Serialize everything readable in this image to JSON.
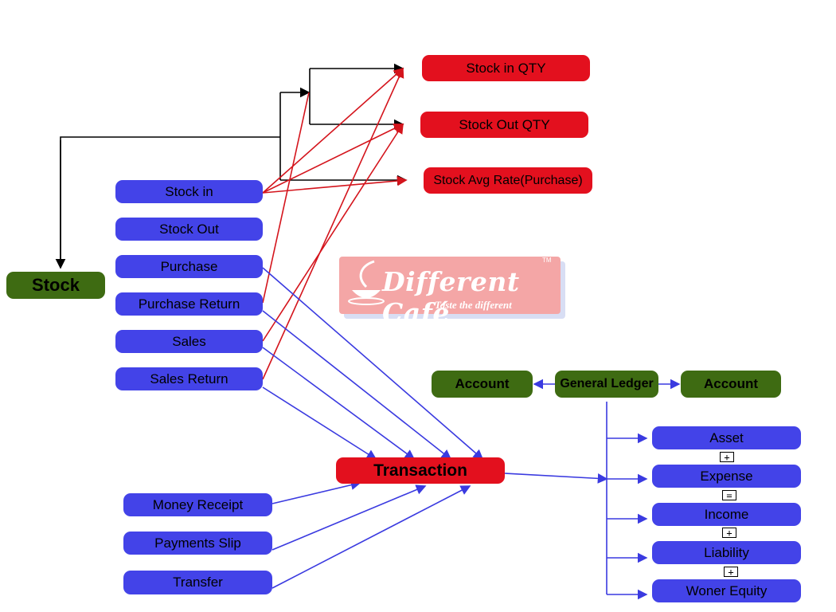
{
  "stock": {
    "label": "Stock"
  },
  "outputs": {
    "stock_in_qty": "Stock in QTY",
    "stock_out_qty": "Stock Out QTY",
    "stock_avg_rate": "Stock Avg Rate(Purchase)"
  },
  "stock_items": [
    "Stock in",
    "Stock Out",
    "Purchase",
    "Purchase Return",
    "Sales",
    "Sales Return"
  ],
  "transaction": {
    "label": "Transaction"
  },
  "money_items": [
    "Money Receipt",
    "Payments Slip",
    "Transfer"
  ],
  "ledger": {
    "left": "Account",
    "center": "General Ledger",
    "right": "Account"
  },
  "accounts": [
    "Asset",
    "Expense",
    "Income",
    "Liability",
    "Woner Equity"
  ],
  "signs": [
    "+",
    "=",
    "+",
    "+"
  ],
  "logo": {
    "name": "Different Café",
    "tagline": "Taste the different",
    "tm": "TM"
  },
  "colors": {
    "blue": "#4343e8",
    "red": "#e3101e",
    "green": "#3e6b12",
    "red_line": "#d4141c",
    "blue_line": "#3a3ae0"
  }
}
